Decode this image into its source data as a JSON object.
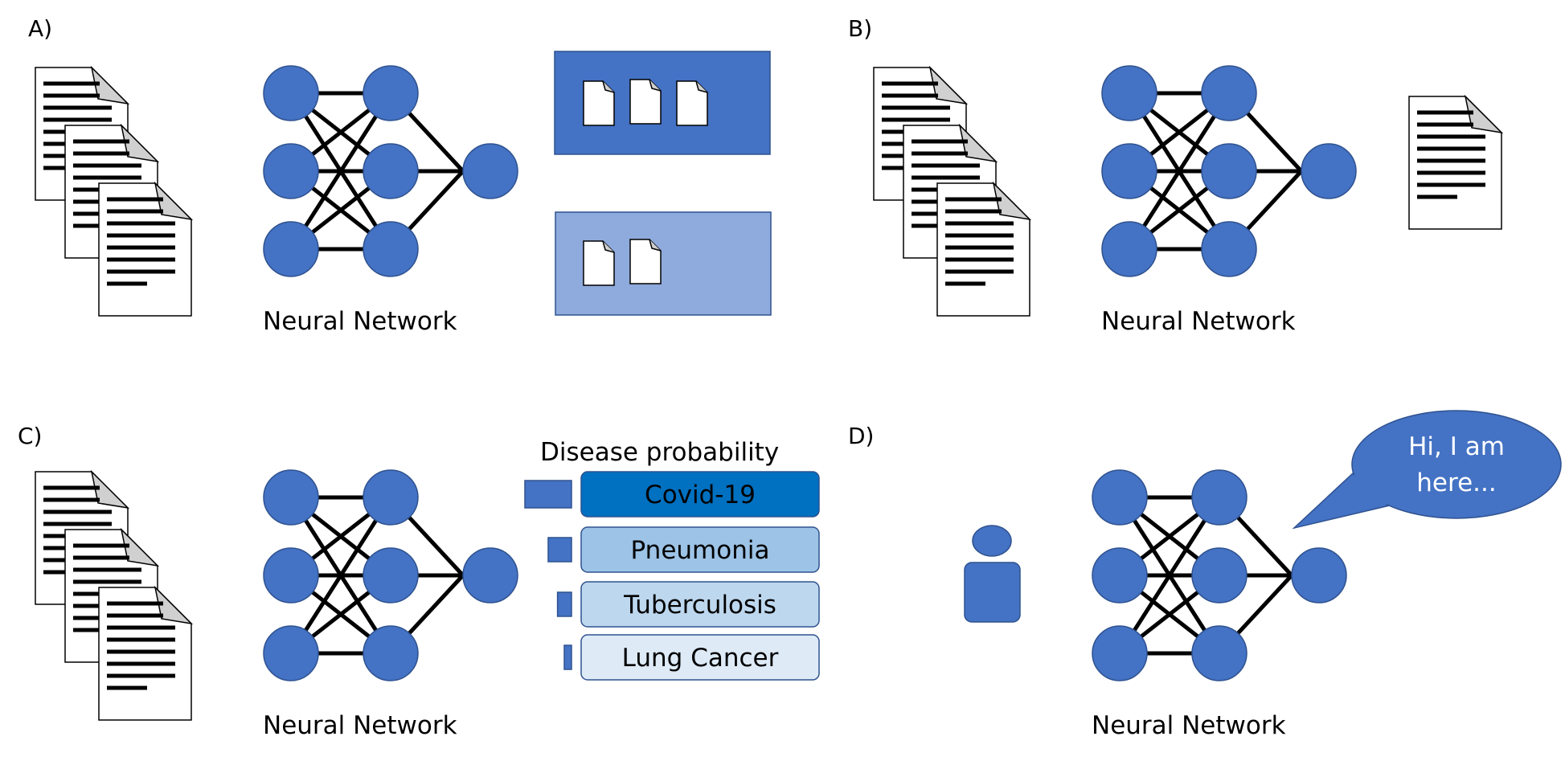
{
  "panels": [
    {
      "id": "A",
      "label": "A)",
      "network_label": "Neural Network"
    },
    {
      "id": "B",
      "label": "B)",
      "network_label": "Neural Network"
    },
    {
      "id": "C",
      "label": "C)",
      "network_label": "Neural Network"
    },
    {
      "id": "D",
      "label": "D)",
      "network_label": "Neural Network"
    }
  ],
  "disease_chart": {
    "title": "Disease probability",
    "items": [
      {
        "label": "Covid-19",
        "fill": "#0070C0",
        "probability_level": 1.0
      },
      {
        "label": "Pneumonia",
        "fill": "#9DC3E6",
        "probability_level": 0.5
      },
      {
        "label": "Tuberculosis",
        "fill": "#BDD7EE",
        "probability_level": 0.3
      },
      {
        "label": "Lung Cancer",
        "fill": "#DEEBF7",
        "probability_level": 0.15
      }
    ]
  },
  "speech_bubble": {
    "lines": [
      "Hi, I am",
      "here..."
    ]
  },
  "colors": {
    "node": "#4472C4",
    "node_stroke": "#2F528F",
    "class_box_dark": "#4472C4",
    "class_box_light": "#8FAADC",
    "icons": {
      "document": "document-icon",
      "person": "person-icon"
    }
  }
}
